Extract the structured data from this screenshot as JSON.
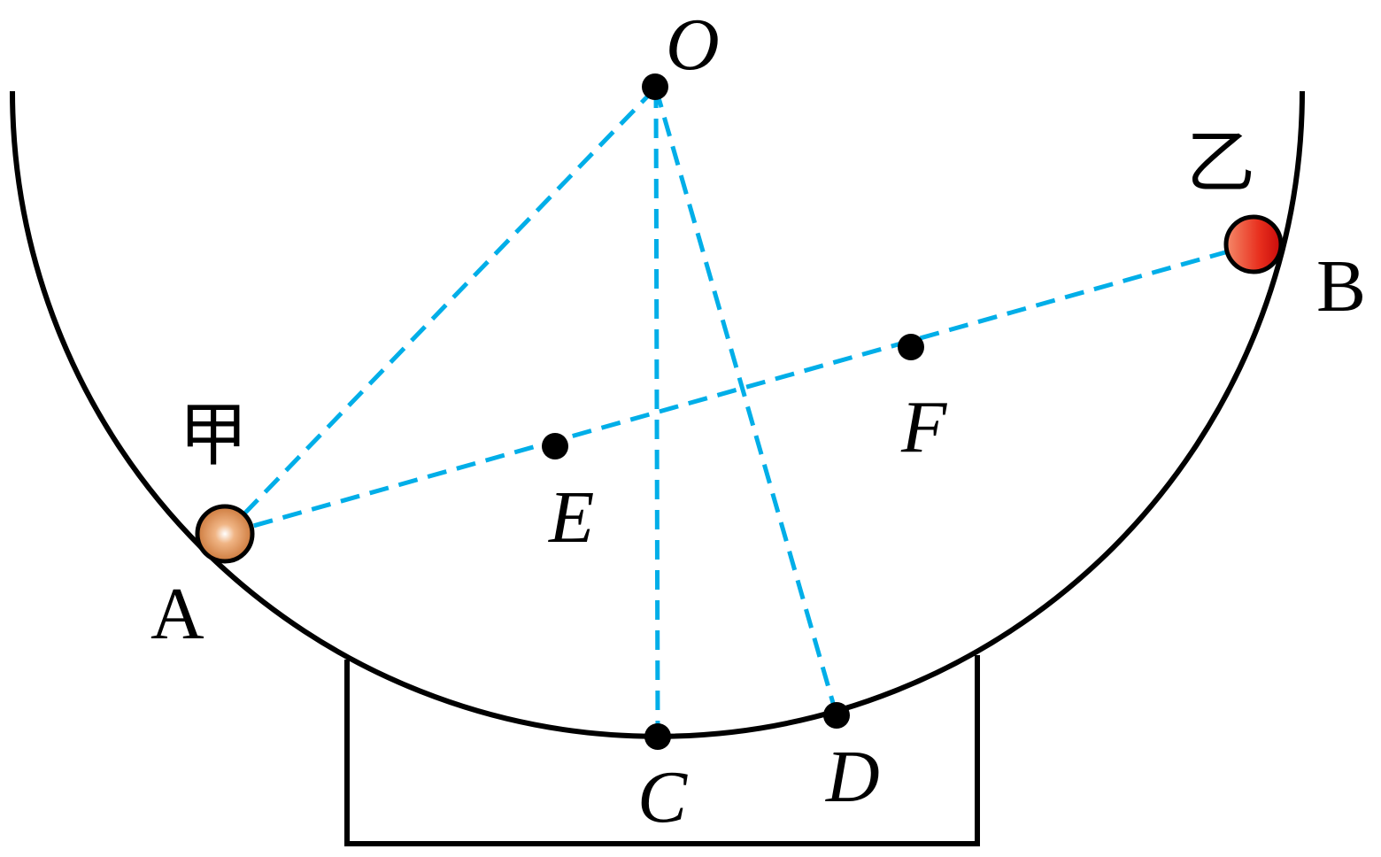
{
  "labels": {
    "O": "O",
    "A": "A",
    "B": "B",
    "C": "C",
    "D": "D",
    "E": "E",
    "F": "F",
    "jia": "甲",
    "yi": "乙"
  },
  "colors": {
    "stroke": "#000000",
    "dashed_line": "#00aee8",
    "ball_jia": "#d9874a",
    "ball_yi": "#e0201a"
  }
}
